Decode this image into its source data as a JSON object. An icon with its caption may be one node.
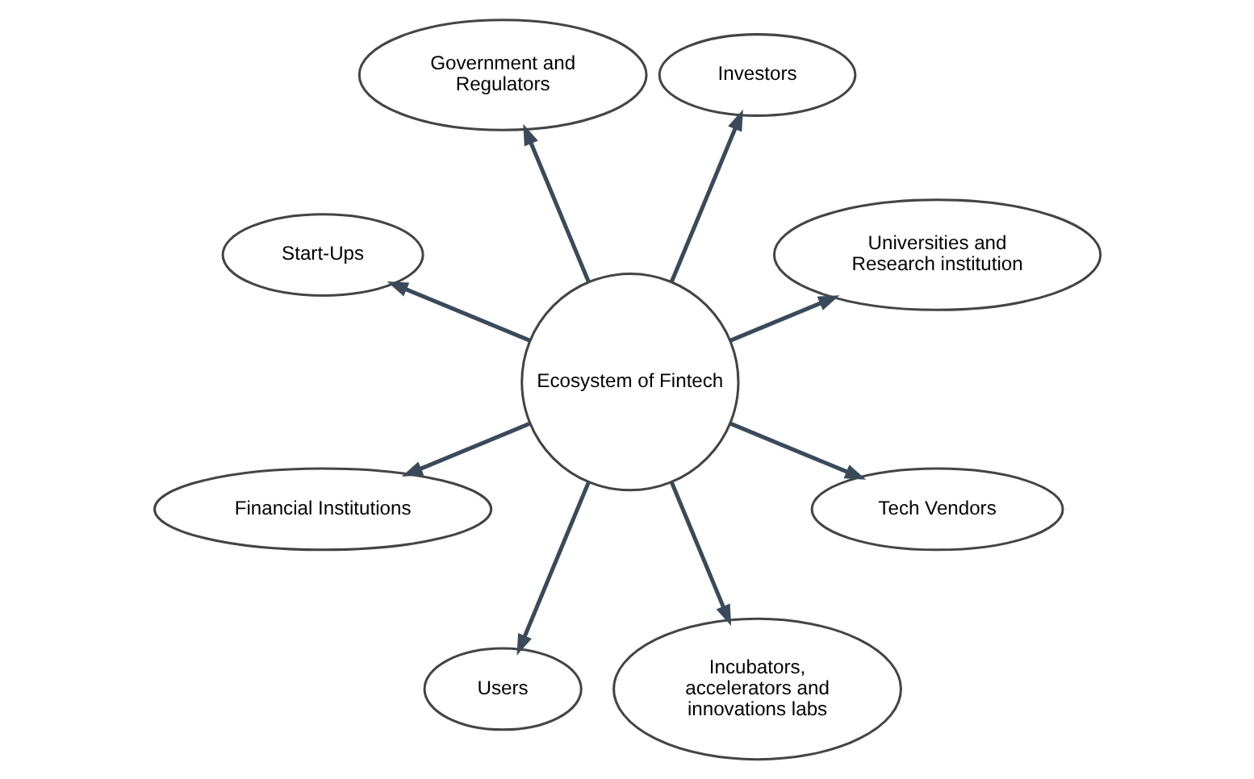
{
  "diagram": {
    "nodes": [
      {
        "text": [
          "Universities and Research institution"
        ]
      },
      {
        "text": [
          "Investors"
        ]
      },
      {
        "text": [
          "Government and Regulators"
        ]
      },
      {
        "text": [
          "Ecosystem of Fintech"
        ]
      },
      {
        "text": [
          "Start-Ups"
        ]
      },
      {
        "text": [
          "Financial Institutions"
        ]
      },
      {
        "text": [
          "Users"
        ]
      },
      {
        "text": [
          "Incubators, accelerators and innovations labs"
        ]
      },
      {
        "text": [
          "Tech Vendors"
        ]
      }
    ],
    "edges": [
      {
        "from": 3,
        "to": 0,
        "arrow": "to"
      },
      {
        "from": 3,
        "to": 1,
        "arrow": "to"
      },
      {
        "from": 3,
        "to": 2,
        "arrow": "to"
      },
      {
        "from": 3,
        "to": 4,
        "arrow": "to"
      },
      {
        "from": 3,
        "to": 5,
        "arrow": "to"
      },
      {
        "from": 3,
        "to": 6,
        "arrow": "to"
      },
      {
        "from": 3,
        "to": 7,
        "arrow": "to"
      },
      {
        "from": 3,
        "to": 8,
        "arrow": "to"
      }
    ]
  }
}
